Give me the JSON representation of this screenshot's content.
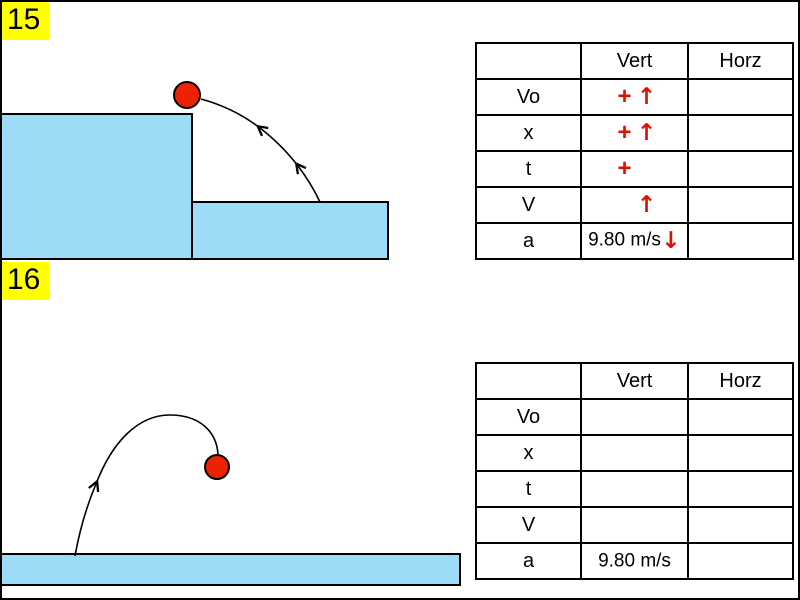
{
  "slide": {
    "colors": {
      "highlight_yellow": "#FFFF00",
      "platform_blue": "#9EDBF7",
      "ball_red": "#ED2200",
      "annotation_red": "#E01000"
    },
    "problem15": {
      "number": "15",
      "table": {
        "corner": "",
        "col_headers": [
          "Vert",
          "Horz"
        ],
        "rows": [
          {
            "label": "Vo",
            "plus": "+",
            "arrow": "↑",
            "horz": ""
          },
          {
            "label": "x",
            "plus": "+",
            "arrow": "↑",
            "horz": ""
          },
          {
            "label": "t",
            "plus": "+",
            "arrow": "",
            "horz": ""
          },
          {
            "label": "V",
            "plus": "",
            "arrow": "↑",
            "horz": ""
          },
          {
            "label": "a",
            "value": "9.80 m/s",
            "arrow": "↓",
            "horz": ""
          }
        ]
      }
    },
    "problem16": {
      "number": "16",
      "table": {
        "corner": "",
        "col_headers": [
          "Vert",
          "Horz"
        ],
        "rows": [
          {
            "label": "Vo",
            "vert": "",
            "horz": ""
          },
          {
            "label": "x",
            "vert": "",
            "horz": ""
          },
          {
            "label": "t",
            "vert": "",
            "horz": ""
          },
          {
            "label": "V",
            "vert": "",
            "horz": ""
          },
          {
            "label": "a",
            "vert": "9.80 m/s",
            "horz": ""
          }
        ]
      }
    }
  }
}
